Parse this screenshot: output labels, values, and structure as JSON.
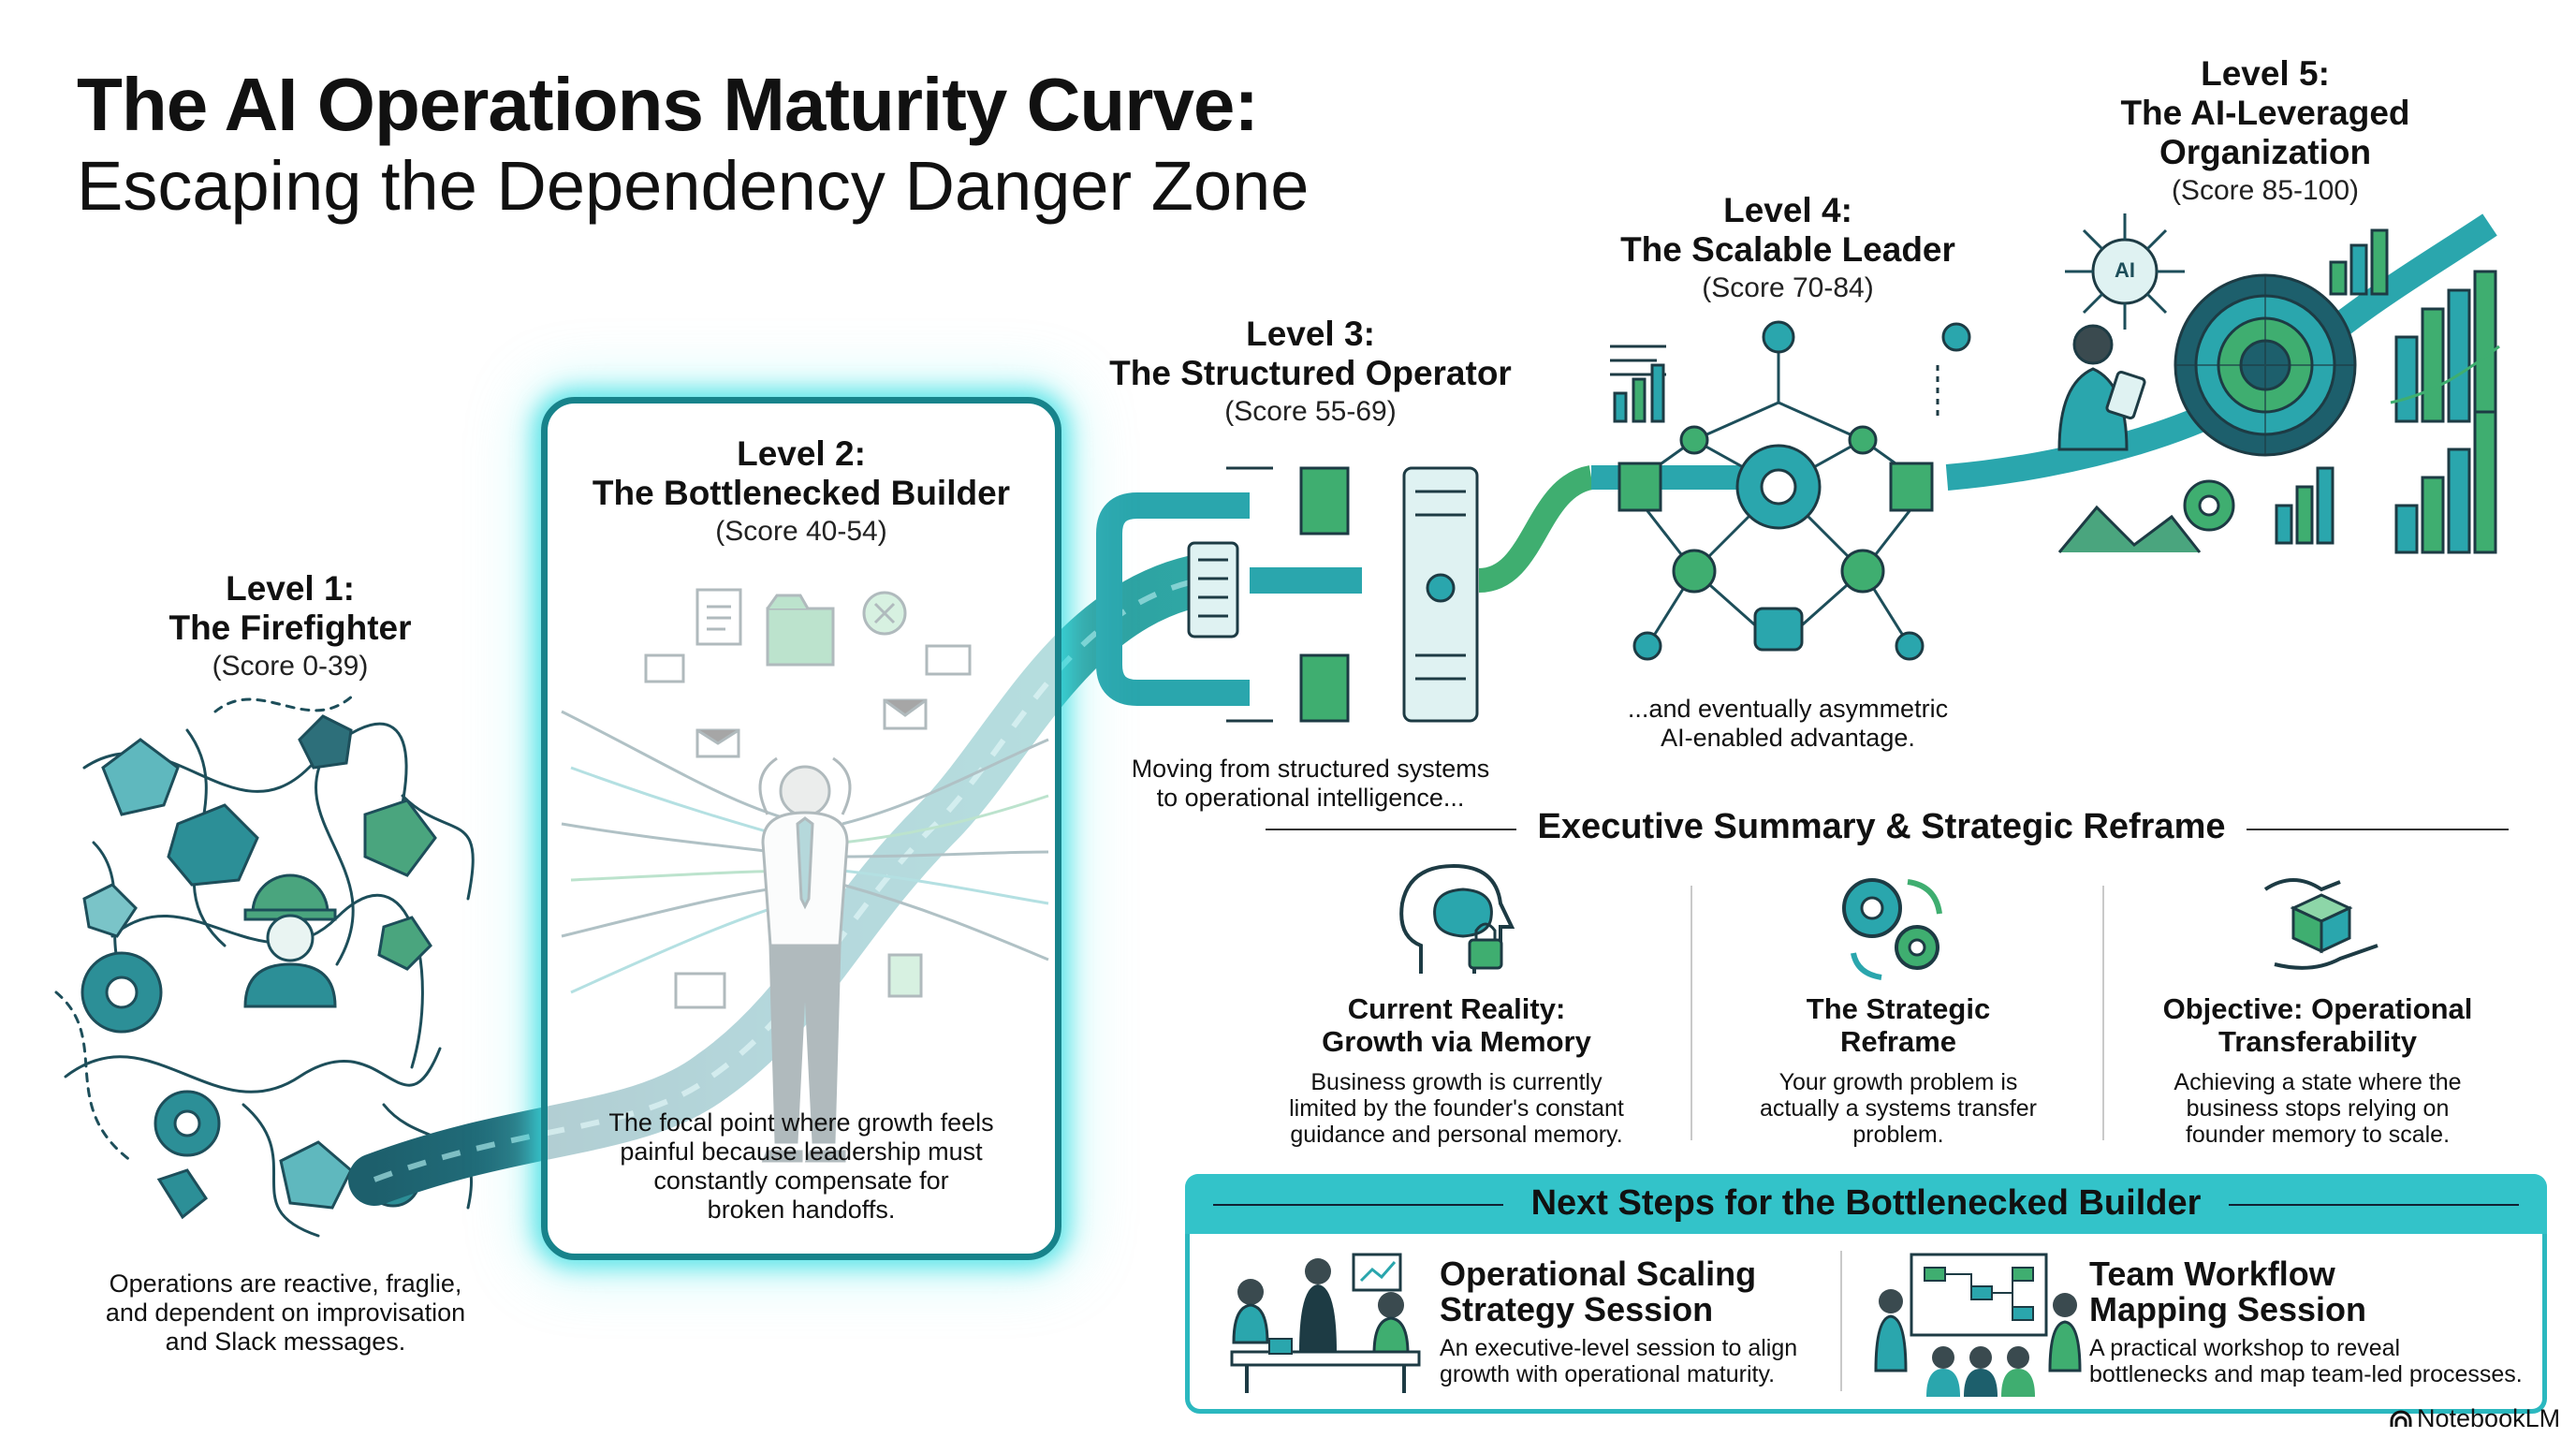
{
  "header": {
    "title": "The AI Operations Maturity Curve:",
    "subtitle": "Escaping the Dependency Danger Zone"
  },
  "levels": [
    {
      "level": "Level 1:",
      "name": "The Firefighter",
      "score": "(Score 0-39)",
      "desc": [
        "Operations are reactive, fraglie,",
        "and dependent on improvisation",
        "and Slack messages."
      ]
    },
    {
      "level": "Level 2:",
      "name": "The Bottlenecked Builder",
      "score": "(Score 40-54)",
      "desc": [
        "The focal point where growth feels",
        "painful because leadership must",
        "constantly compensate for",
        "broken handoffs."
      ]
    },
    {
      "level": "Level 3:",
      "name": "The Structured Operator",
      "score": "(Score 55-69)",
      "desc": [
        "Moving from structured systems",
        "to operational intelligence..."
      ]
    },
    {
      "level": "Level 4:",
      "name": "The Scalable Leader",
      "score": "(Score 70-84)",
      "desc": [
        "...and eventually asymmetric",
        "AI-enabled advantage."
      ]
    },
    {
      "level": "Level 5:",
      "name_lines": [
        "The AI-Leveraged",
        "Organization"
      ],
      "score": "(Score 85-100)"
    }
  ],
  "icon_labels": {
    "ai_badge": "AI"
  },
  "summary": {
    "title": "Executive Summary & Strategic Reframe",
    "cards": [
      {
        "icon": "brain-lock-icon",
        "head": [
          "Current Reality:",
          "Growth via Memory"
        ],
        "text": [
          "Business growth is currently",
          "limited by the founder's constant",
          "guidance and personal memory."
        ]
      },
      {
        "icon": "gears-cycle-icon",
        "head": [
          "The Strategic",
          "Reframe"
        ],
        "text": [
          "Your growth problem is",
          "actually a systems transfer",
          "problem."
        ]
      },
      {
        "icon": "hands-cube-icon",
        "head": [
          "Objective: Operational",
          "Transferability"
        ],
        "text": [
          "Achieving a state where the",
          "business stops relying on",
          "founder memory to scale."
        ]
      }
    ]
  },
  "next_steps": {
    "title": "Next Steps for the Bottlenecked Builder",
    "items": [
      {
        "icon": "meeting-table-icon",
        "head": [
          "Operational Scaling",
          "Strategy Session"
        ],
        "text": [
          "An executive-level session to align",
          "growth with operational maturity."
        ]
      },
      {
        "icon": "workshop-board-icon",
        "head": [
          "Team Workflow",
          "Mapping Session"
        ],
        "text": [
          "A practical workshop to reveal",
          "bottlenecks and map team-led processes."
        ]
      }
    ]
  },
  "brand": "NotebookLM",
  "colors": {
    "teal_dark": "#17707a",
    "teal": "#2aa6ad",
    "green": "#3fae70",
    "aqua": "#33c3c9"
  }
}
